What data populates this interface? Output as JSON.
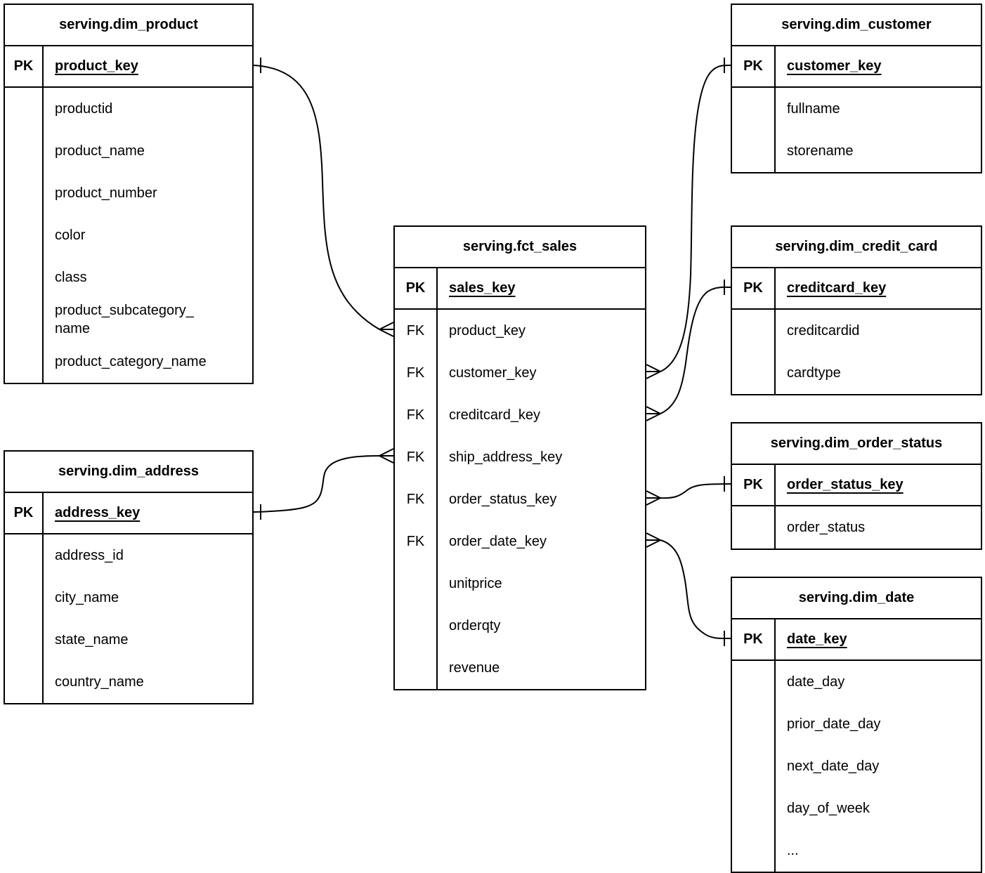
{
  "colors": {
    "background": "#ffffff",
    "line": "#000000",
    "text": "#000000"
  },
  "tables": {
    "dim_product": {
      "title": "serving.dim_product",
      "pk_label": "PK",
      "pk_field": "product_key",
      "fields": [
        "productid",
        "product_name",
        "product_number",
        "color",
        "class",
        "product_subcategory_\nname",
        "product_category_name"
      ]
    },
    "dim_address": {
      "title": "serving.dim_address",
      "pk_label": "PK",
      "pk_field": "address_key",
      "fields": [
        "address_id",
        "city_name",
        "state_name",
        "country_name"
      ]
    },
    "fct_sales": {
      "title": "serving.fct_sales",
      "pk_label": "PK",
      "pk_field": "sales_key",
      "fk_label": "FK",
      "fk_fields": [
        "product_key",
        "customer_key",
        "creditcard_key",
        "ship_address_key",
        "order_status_key",
        "order_date_key"
      ],
      "fields": [
        "unitprice",
        "orderqty",
        "revenue"
      ]
    },
    "dim_customer": {
      "title": "serving.dim_customer",
      "pk_label": "PK",
      "pk_field": "customer_key",
      "fields": [
        "fullname",
        "storename"
      ]
    },
    "dim_credit_card": {
      "title": "serving.dim_credit_card",
      "pk_label": "PK",
      "pk_field": "creditcard_key",
      "fields": [
        "creditcardid",
        "cardtype"
      ]
    },
    "dim_order_status": {
      "title": "serving.dim_order_status",
      "pk_label": "PK",
      "pk_field": "order_status_key",
      "fields": [
        "order_status"
      ]
    },
    "dim_date": {
      "title": "serving.dim_date",
      "pk_label": "PK",
      "pk_field": "date_key",
      "fields": [
        "date_day",
        "prior_date_day",
        "next_date_day",
        "day_of_week",
        "..."
      ]
    }
  },
  "relationships": [
    {
      "many": "serving.fct_sales.product_key",
      "one": "serving.dim_product.product_key"
    },
    {
      "many": "serving.fct_sales.ship_address_key",
      "one": "serving.dim_address.address_key"
    },
    {
      "many": "serving.fct_sales.customer_key",
      "one": "serving.dim_customer.customer_key"
    },
    {
      "many": "serving.fct_sales.creditcard_key",
      "one": "serving.dim_credit_card.creditcard_key"
    },
    {
      "many": "serving.fct_sales.order_status_key",
      "one": "serving.dim_order_status.order_status_key"
    },
    {
      "many": "serving.fct_sales.order_date_key",
      "one": "serving.dim_date.date_key"
    }
  ]
}
